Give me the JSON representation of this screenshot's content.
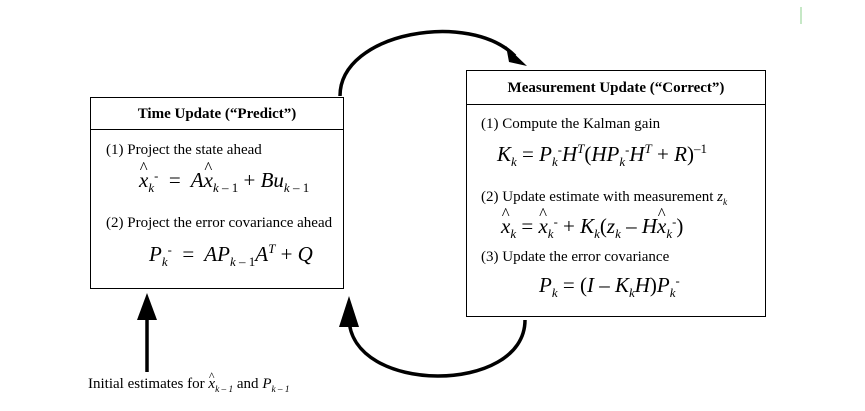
{
  "time_update": {
    "title": "Time Update (“Predict”)",
    "step1": "(1) Project the state ahead",
    "step2": "(2) Project the error covariance ahead"
  },
  "measurement_update": {
    "title": "Measurement Update (“Correct”)",
    "step1": "(1) Compute the Kalman gain",
    "step2": "(2) Update estimate with measurement",
    "step3": "(3) Update the error covariance"
  },
  "initial_estimates": {
    "label": "Initial estimates for",
    "conjunction": "and"
  }
}
